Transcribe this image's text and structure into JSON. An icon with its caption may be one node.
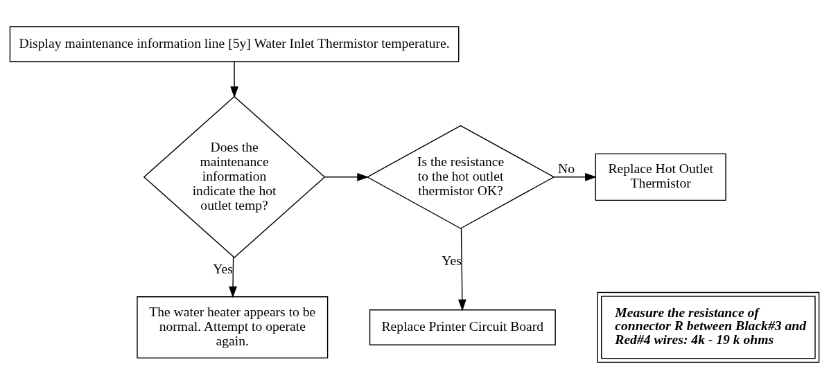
{
  "diagram": {
    "nodes": [
      {
        "text": [
          "Display maintenance information line [5y] Water Inlet Thermistor temperature."
        ]
      },
      {
        "text": [
          "Does the maintenance information indicate the hot outlet temp?"
        ]
      },
      {
        "text": [
          "Is the resistance to the hot outlet thermistor OK?"
        ]
      },
      {
        "text": [
          "Replace Hot Outlet Thermistor"
        ]
      },
      {
        "text": [
          "Measure the resistance of connector R between Black#3 and Red#4 wires: 4k - 19 k ohms"
        ]
      },
      {
        "text": [
          "The water heater appears to be normal. Attempt to operate again."
        ]
      },
      {
        "text": [
          "Replace Printer Circuit Board"
        ]
      }
    ],
    "edges": [
      {
        "from": 0,
        "to": 1,
        "arrow": "to"
      },
      {
        "from": 1,
        "to": 2,
        "arrow": "to"
      },
      {
        "from": 2,
        "to": 3,
        "arrow": "to",
        "label": "No"
      },
      {
        "from": 1,
        "to": 5,
        "arrow": "to",
        "label": "Yes"
      },
      {
        "from": 2,
        "to": 6,
        "arrow": "to",
        "label": "Yes"
      }
    ]
  }
}
